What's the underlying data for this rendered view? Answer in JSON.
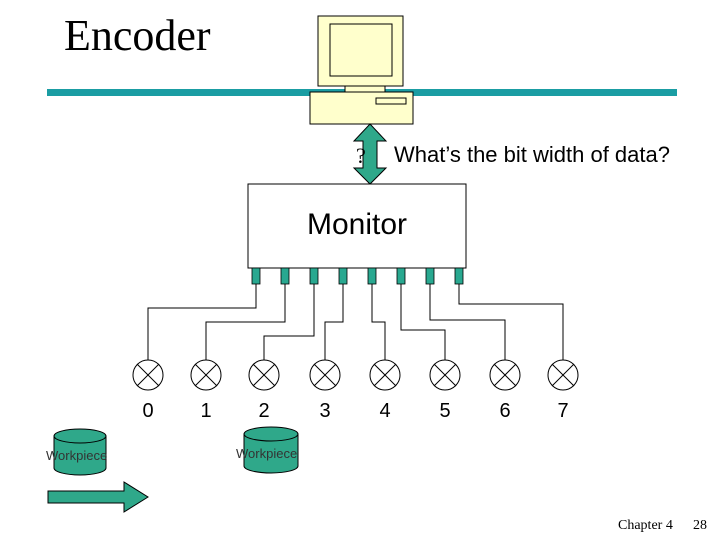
{
  "title": "Encoder",
  "question_mark": "?",
  "question": "What’s the bit width of data?",
  "monitor_label": "Monitor",
  "sensors": [
    "0",
    "1",
    "2",
    "3",
    "4",
    "5",
    "6",
    "7"
  ],
  "workpiece_labels": [
    "Workpiece",
    "Workpiece"
  ],
  "footer": {
    "chapter": "Chapter 4",
    "page": "28"
  },
  "colors": {
    "rule": "#1a9da3",
    "arrow": "#2fa88a",
    "computer": "#ffffcc",
    "connector": "#29a890"
  }
}
